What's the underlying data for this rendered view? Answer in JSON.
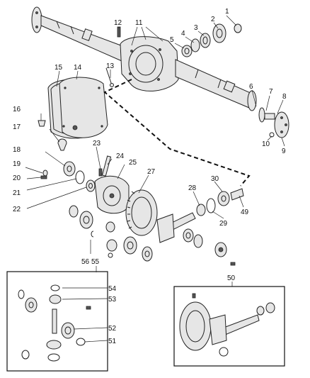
{
  "callouts": [
    {
      "id": "c1",
      "text": "1"
    },
    {
      "id": "c2",
      "text": "2"
    },
    {
      "id": "c3",
      "text": "3"
    },
    {
      "id": "c4",
      "text": "4"
    },
    {
      "id": "c5",
      "text": "5"
    },
    {
      "id": "c6",
      "text": "6"
    },
    {
      "id": "c7",
      "text": "7"
    },
    {
      "id": "c8",
      "text": "8"
    },
    {
      "id": "c9",
      "text": "9"
    },
    {
      "id": "c10",
      "text": "10"
    },
    {
      "id": "c11",
      "text": "11"
    },
    {
      "id": "c12",
      "text": "12"
    },
    {
      "id": "c13",
      "text": "13"
    },
    {
      "id": "c14",
      "text": "14"
    },
    {
      "id": "c15",
      "text": "15"
    },
    {
      "id": "c16",
      "text": "16"
    },
    {
      "id": "c17",
      "text": "17"
    },
    {
      "id": "c18",
      "text": "18"
    },
    {
      "id": "c19",
      "text": "19"
    },
    {
      "id": "c20",
      "text": "20"
    },
    {
      "id": "c21",
      "text": "21"
    },
    {
      "id": "c22",
      "text": "22"
    },
    {
      "id": "c23",
      "text": "23"
    },
    {
      "id": "c24",
      "text": "24"
    },
    {
      "id": "c25",
      "text": "25"
    },
    {
      "id": "c27",
      "text": "27"
    },
    {
      "id": "c28",
      "text": "28"
    },
    {
      "id": "c29",
      "text": "29"
    },
    {
      "id": "c30",
      "text": "30"
    },
    {
      "id": "c49",
      "text": "49"
    },
    {
      "id": "c50",
      "text": "50"
    },
    {
      "id": "c51",
      "text": "51"
    },
    {
      "id": "c52",
      "text": "52"
    },
    {
      "id": "c53",
      "text": "53"
    },
    {
      "id": "c54",
      "text": "54"
    },
    {
      "id": "c55",
      "text": "55"
    },
    {
      "id": "c56",
      "text": "56"
    }
  ]
}
